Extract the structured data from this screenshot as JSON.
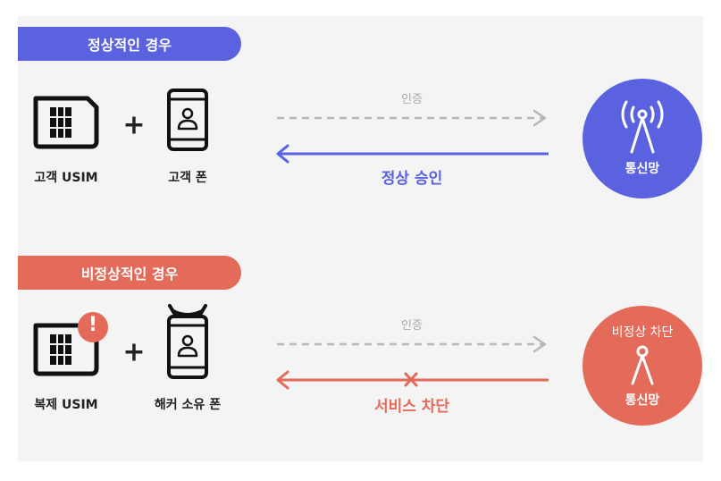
{
  "colors": {
    "normal": "#5b62e0",
    "abnormal": "#e46a5a",
    "dash": "#b8b8b8"
  },
  "normal": {
    "title": "정상적인 경우",
    "sim_label": "고객 USIM",
    "phone_label": "고객 폰",
    "plus": "+",
    "auth_label": "인증",
    "result_label": "정상 승인",
    "network_label": "통신망",
    "sim_icon": "sim-card-icon",
    "phone_icon": "phone-user-icon",
    "network_icon": "antenna-icon"
  },
  "abnormal": {
    "title": "비정상적인 경우",
    "sim_label": "복제 USIM",
    "phone_label": "해커 소유 폰",
    "plus": "+",
    "auth_label": "인증",
    "result_label": "서비스 차단",
    "network_top_label": "비정상 차단",
    "network_label": "통신망",
    "sim_icon": "sim-card-warning-icon",
    "warning_mark": "!",
    "phone_icon": "phone-hacker-icon",
    "network_icon": "antenna-icon",
    "block_icon": "x-mark-icon"
  }
}
